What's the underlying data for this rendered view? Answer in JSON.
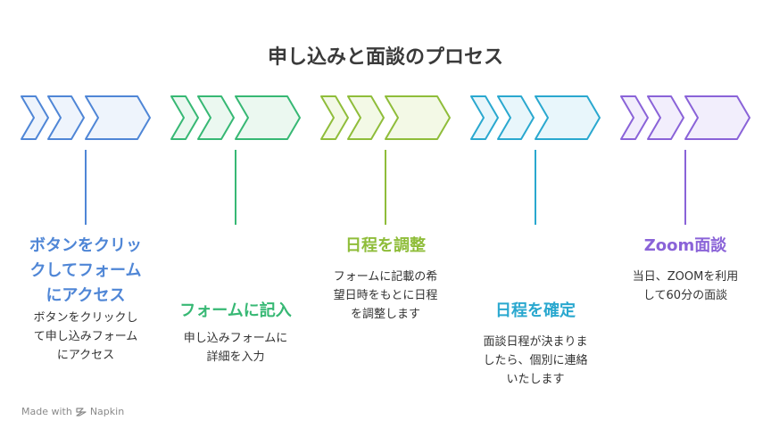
{
  "title": "申し込みと面談のプロセス",
  "steps": [
    {
      "title_lines": [
        "ボタンをクリッ",
        "クしてフォーム",
        "にアクセス"
      ],
      "desc_lines": [
        "ボタンをクリックし",
        "て申し込みフォーム",
        "にアクセス"
      ],
      "color": "#4f86d6",
      "fill": "#eef4fc"
    },
    {
      "title_lines": [
        "フォームに記入"
      ],
      "desc_lines": [
        "申し込みフォームに",
        "詳細を入力"
      ],
      "color": "#37b874",
      "fill": "#ebf8f0"
    },
    {
      "title_lines": [
        "日程を調整"
      ],
      "desc_lines": [
        "フォームに記載の希",
        "望日時をもとに日程",
        "を調整します"
      ],
      "color": "#8fbd3a",
      "fill": "#f3f9e6"
    },
    {
      "title_lines": [
        "日程を確定"
      ],
      "desc_lines": [
        "面談日程が決まりま",
        "したら、個別に連絡",
        "いたします"
      ],
      "color": "#2aa8cf",
      "fill": "#e8f6fb"
    },
    {
      "title_lines": [
        "Zoom面談"
      ],
      "desc_lines": [
        "当日、ZOOMを利用",
        "して60分の面談"
      ],
      "color": "#8a63d8",
      "fill": "#f2eefc"
    }
  ],
  "footer": {
    "made_with": "Made with",
    "brand": "Napkin",
    "icon": "napkin-logo-icon"
  }
}
